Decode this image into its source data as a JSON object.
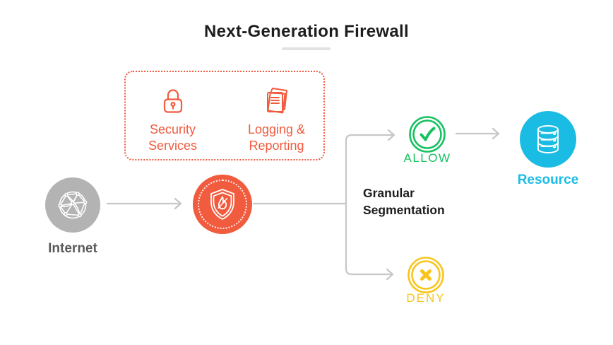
{
  "title": "Next-Generation Firewall",
  "colors": {
    "orange": "#F15B3E",
    "gray-node": "#B3B3B3",
    "line": "#C7C7C7",
    "green": "#16C160",
    "yellow": "#F9C51D",
    "cyan": "#1BBCE3",
    "dark": "#1D1D1D",
    "label-gray": "#5B5B5B",
    "underline": "#E2E2E2",
    "bg": "#FFFFFF"
  },
  "services_box": {
    "items": [
      {
        "icon": "lock-icon",
        "label": "Security\nServices"
      },
      {
        "icon": "documents-icon",
        "label": "Logging &\nReporting"
      }
    ]
  },
  "nodes": {
    "internet": {
      "icon": "network-globe-icon",
      "label": "Internet"
    },
    "firewall": {
      "icon": "shield-fire-icon"
    },
    "allow": {
      "icon": "check-circle-icon",
      "label": "ALLOW"
    },
    "deny": {
      "icon": "cross-circle-icon",
      "label": "DENY"
    },
    "resource": {
      "icon": "database-icon",
      "label": "Resource"
    }
  },
  "annotations": {
    "granular": {
      "label": "Granular\nSegmentation"
    }
  }
}
